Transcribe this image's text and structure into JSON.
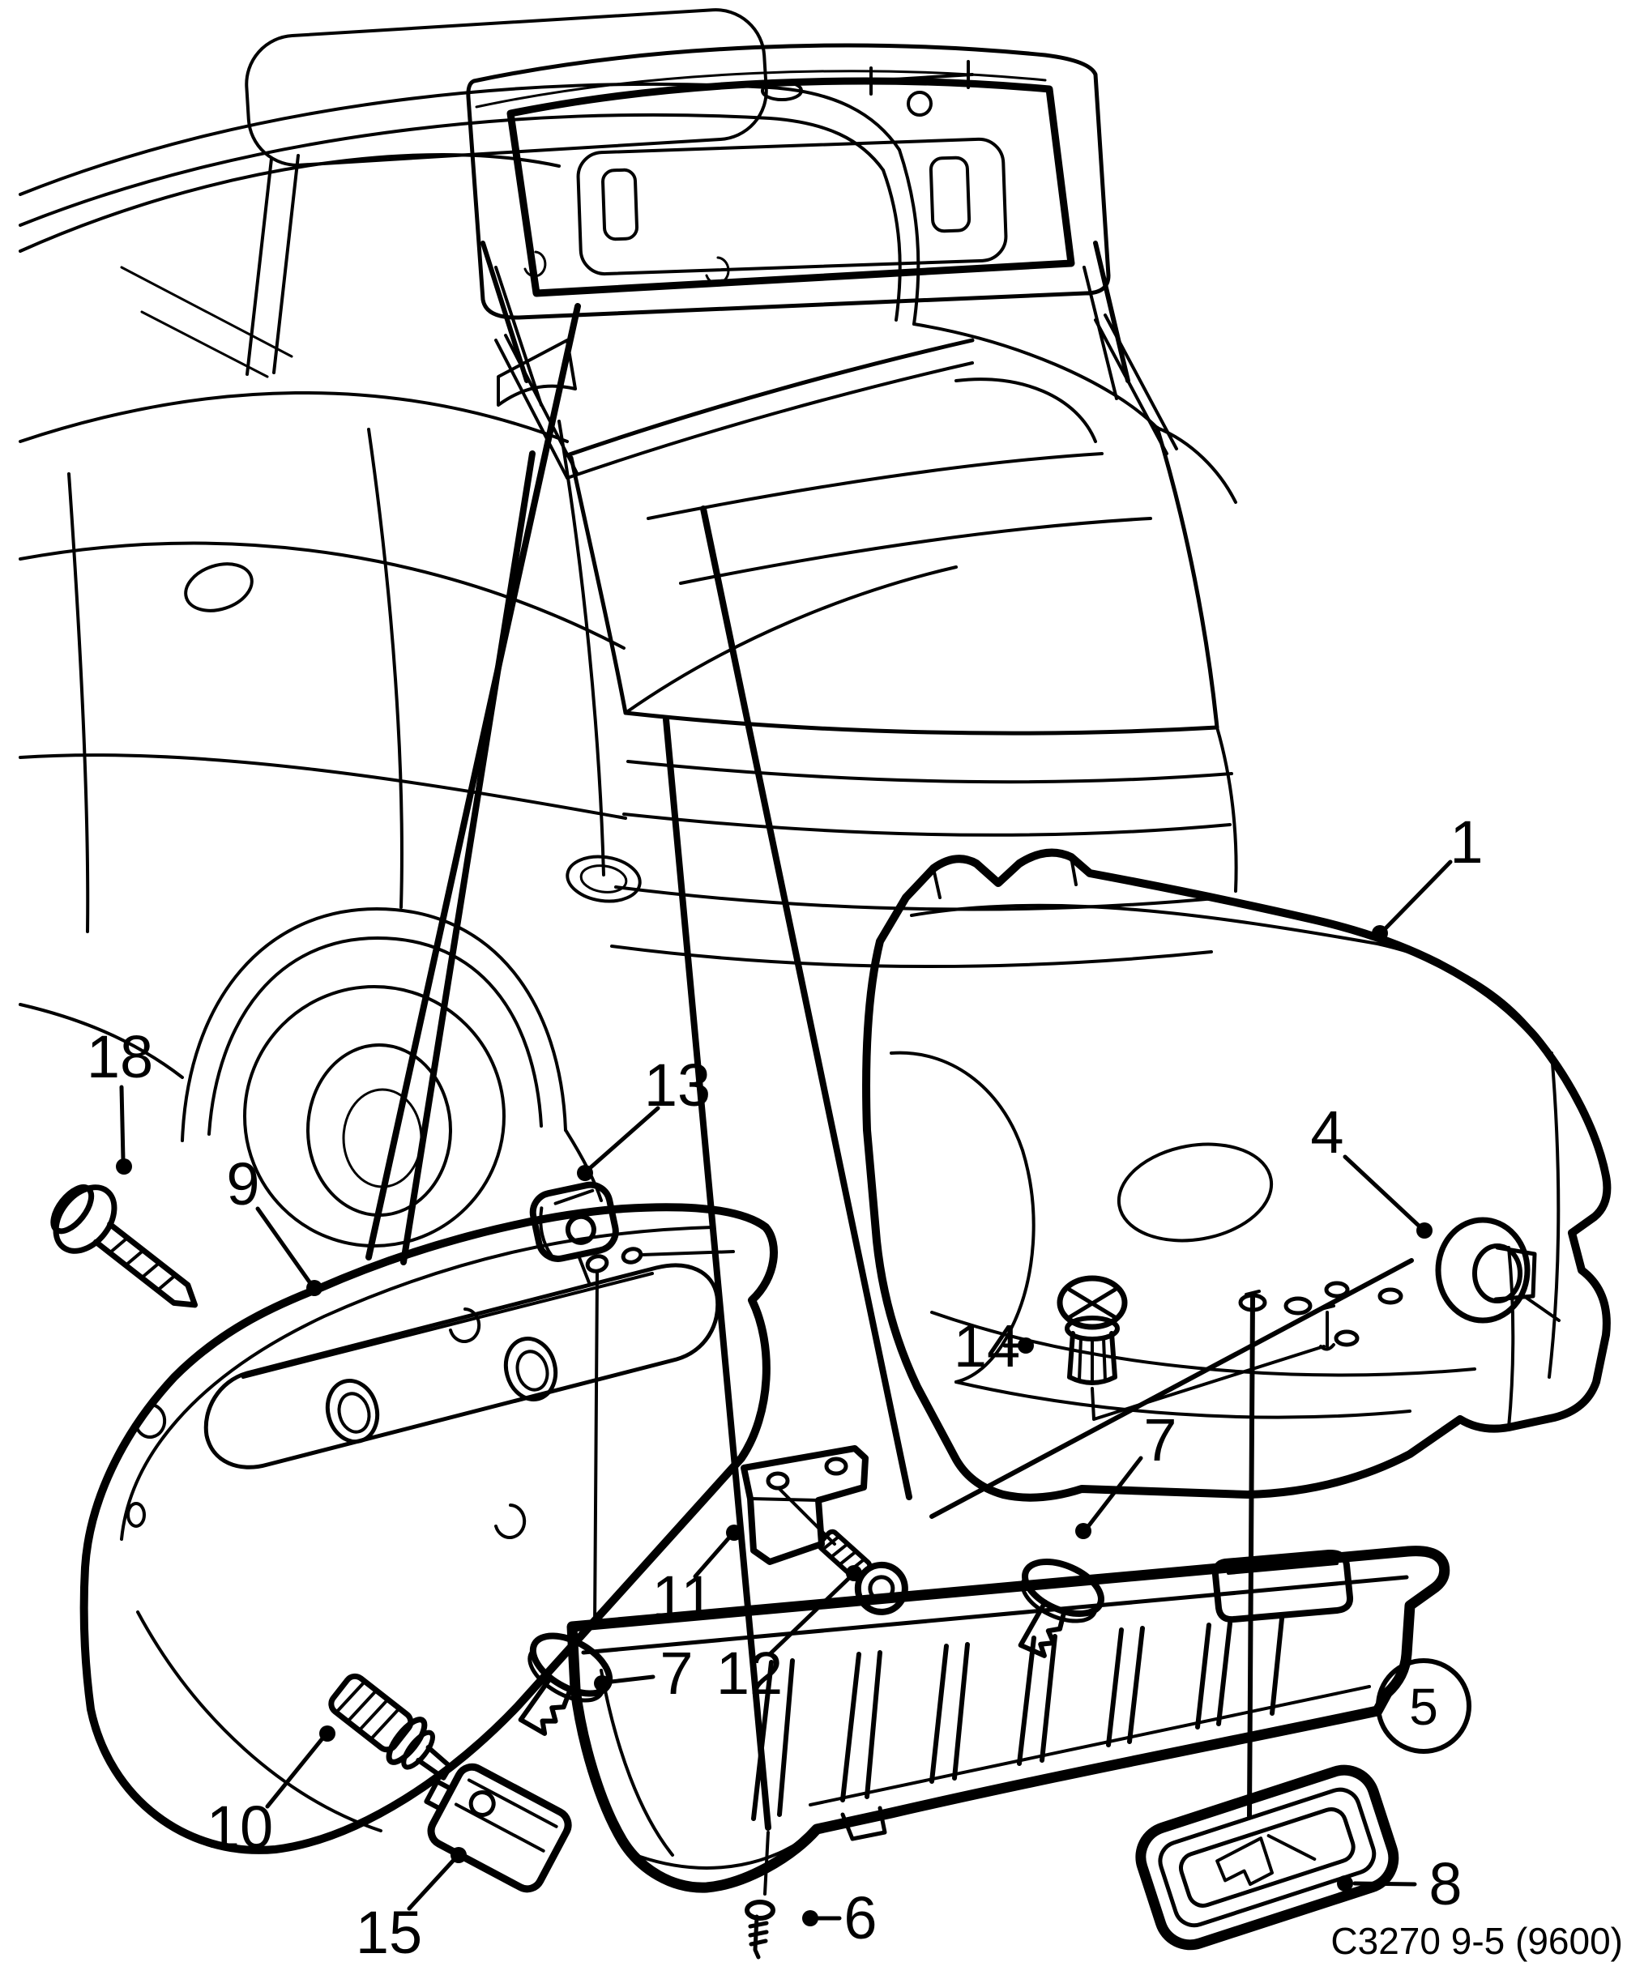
{
  "colors": {
    "ink": "#000000",
    "background": "#ffffff"
  },
  "diagram": {
    "code": "C3270 9-5 (9600)",
    "callouts": {
      "c1": {
        "label": "1"
      },
      "c4": {
        "label": "4"
      },
      "c5": {
        "label": "5"
      },
      "c6": {
        "label": "6"
      },
      "c7_left": {
        "label": "7"
      },
      "c7_right": {
        "label": "7"
      },
      "c8": {
        "label": "8"
      },
      "c9": {
        "label": "9"
      },
      "c10": {
        "label": "10"
      },
      "c11": {
        "label": "11"
      },
      "c12": {
        "label": "12"
      },
      "c13": {
        "label": "13"
      },
      "c14": {
        "label": "14"
      },
      "c15": {
        "label": "15"
      },
      "c18": {
        "label": "18"
      }
    }
  }
}
